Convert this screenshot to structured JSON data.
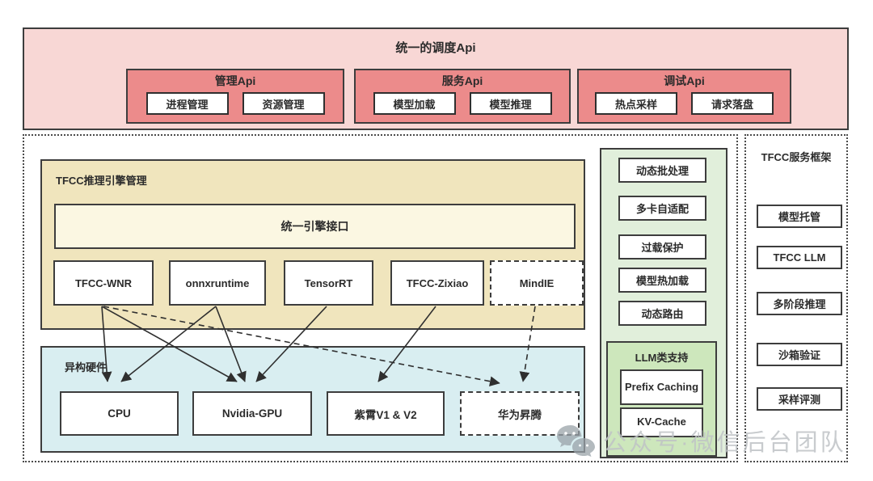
{
  "colors": {
    "pink_bg": "#f8d7d5",
    "salmon": "#ec8b8b",
    "tan_bg": "#f0e5bd",
    "cream_bg": "#fbf7e2",
    "cyan_bg": "#d9eef1",
    "green_bg": "#e1efdb",
    "llm_bg": "#cde7bc",
    "border_dark": "#3d3d3d",
    "watermark_gray": "#bfc3c6"
  },
  "top": {
    "title": "统一的调度Api",
    "groups": [
      {
        "title": "管理Api",
        "items": [
          "进程管理",
          "资源管理"
        ]
      },
      {
        "title": "服务Api",
        "items": [
          "模型加载",
          "模型推理"
        ]
      },
      {
        "title": "调试Api",
        "items": [
          "热点采样",
          "请求落盘"
        ]
      }
    ]
  },
  "engine_panel": {
    "title": "TFCC推理引擎管理",
    "interface_label": "统一引擎接口",
    "engines": [
      {
        "label": "TFCC-WNR",
        "dashed": false
      },
      {
        "label": "onnxruntime",
        "dashed": false
      },
      {
        "label": "TensorRT",
        "dashed": false
      },
      {
        "label": "TFCC-Zixiao",
        "dashed": false
      },
      {
        "label": "MindIE",
        "dashed": true
      }
    ]
  },
  "hardware_panel": {
    "title": "异构硬件",
    "items": [
      {
        "label": "CPU",
        "dashed": false
      },
      {
        "label": "Nvidia-GPU",
        "dashed": false
      },
      {
        "label": "紫霄V1 & V2",
        "dashed": false
      },
      {
        "label": "华为昇腾",
        "dashed": true
      }
    ]
  },
  "capability_panel": {
    "items": [
      "动态批处理",
      "多卡自适配",
      "过载保护",
      "模型热加载",
      "动态路由"
    ],
    "llm_group": {
      "title": "LLM类支持",
      "items": [
        "Prefix Caching",
        "KV-Cache"
      ]
    }
  },
  "service_panel": {
    "title": "TFCC服务框架",
    "items": [
      "模型托管",
      "TFCC LLM",
      "多阶段推理",
      "沙箱验证",
      "采样评测"
    ]
  },
  "edges": [
    {
      "from": "TFCC-WNR",
      "to": "CPU",
      "style": "solid"
    },
    {
      "from": "TFCC-WNR",
      "to": "Nvidia-GPU",
      "style": "solid"
    },
    {
      "from": "TFCC-WNR",
      "to": "华为昇腾",
      "style": "dashed"
    },
    {
      "from": "onnxruntime",
      "to": "CPU",
      "style": "solid"
    },
    {
      "from": "onnxruntime",
      "to": "Nvidia-GPU",
      "style": "solid"
    },
    {
      "from": "TensorRT",
      "to": "Nvidia-GPU",
      "style": "solid"
    },
    {
      "from": "TFCC-Zixiao",
      "to": "紫霄V1 & V2",
      "style": "solid"
    },
    {
      "from": "MindIE",
      "to": "华为昇腾",
      "style": "dashed"
    }
  ],
  "watermark": {
    "icon": "wechat-icon",
    "text": "公众号·微信后台团队"
  }
}
